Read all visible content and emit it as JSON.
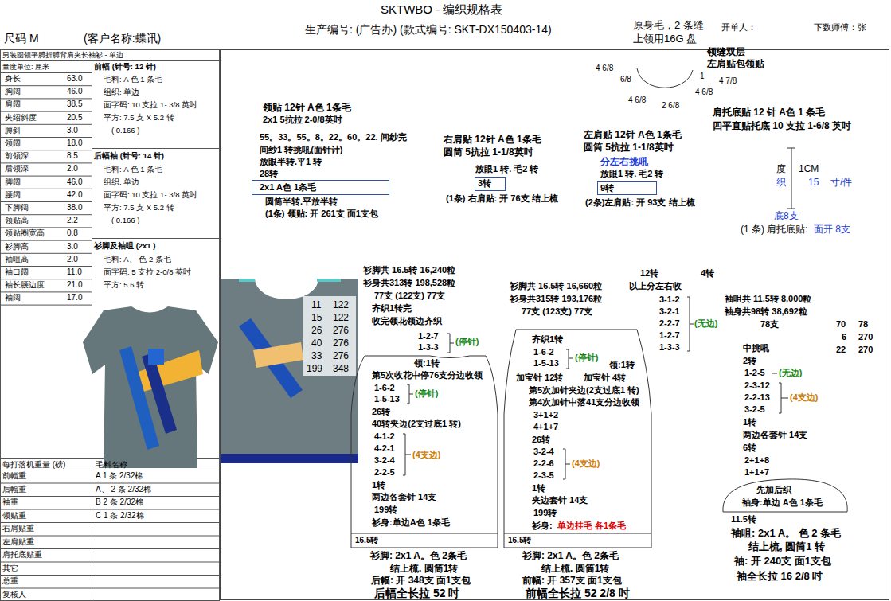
{
  "diagram": {
    "title": "SKTWBO - 编织规格表",
    "labels": [
      "尺码 M",
      "(客户名称:蝶讯)",
      "生产编号: (广告办) (款式编号: SKT-DX150403-14)",
      "原身毛，2 条缝",
      "上领用16G 盘",
      "开单人：",
      "下数师傅：张",
      "男装圆领平膊折膊背肩夹长袖衫 - 单边",
      "量度单位: 厘米",
      "身长",
      "63.0",
      "胸阔",
      "46.0",
      "肩阔",
      "38.5",
      "夹绍斜度",
      "20.5",
      "膊斜",
      "3.0",
      "领阔",
      "18.0",
      "前领深",
      "8.5",
      "后领深",
      "2.0",
      "脚阔",
      "46.0",
      "腰阔",
      "42.0",
      "下脚阔",
      "38.0",
      "领贴高",
      "2.2",
      "领贴圈宽高",
      "0.8",
      "衫脚高",
      "3.0",
      "袖咀高",
      "2.0",
      "袖口阔",
      "11.0",
      "袖长腰边度",
      "21.0",
      "袖阔",
      "17.0",
      "前幅 (针号: 12 针)",
      "毛料: A 色 1 条毛",
      "组织: 单边",
      "面字码: 10 支拉 1- 3/8 英吋",
      "平方: 7.5 支 X 5.2 转",
      "( 0.166 )",
      "后幅袖 (针号: 14 针)",
      "毛料: A 色 1 条毛",
      "组织: 单边",
      "面字码: 10 支拉 1- 3/8 英吋",
      "平方: 7.5 支 X 5.2 转",
      "( 0.166 )",
      "衫脚及袖咀 (2x1 )",
      "毛料: A、 色 2 条毛",
      "面字码: 5 支拉 2-0/8 英吋",
      "平方: 5.6 转",
      "每打落机重量 (磅)",
      "毛料名称",
      "前幅重",
      "A 1 条 2/32棉",
      "后幅重",
      "A、 2 条 2/32棉",
      "袖重",
      "B 2 条 2/32棉",
      "领贴重",
      "C 1 条 2/32棉",
      "右肩贴重",
      "左肩贴重",
      "肩托底贴重",
      "其它",
      "总重",
      "复核人",
      "11",
      "122",
      "15",
      "122",
      "26",
      "276",
      "40",
      "276",
      "33",
      "276",
      "199",
      "348",
      "领缝双层",
      "左肩贴包领贴",
      "4 6/8",
      "6/8",
      "1",
      "4 7/8",
      "4 6/8",
      "4 6/8",
      "2 6/8",
      "领贴 12针 A色 1条毛",
      "2x1  5抗拉 2-0/8英吋",
      "55。33。55。8。22。60。22. 间纱完",
      "间纱1 转挑吼(面针计)",
      "放眼半转.平1 转",
      "28转",
      "2x1  A色 1条毛",
      "圆筒半转.平放半转",
      "(1条) 领贴: 开 261支 面1支包",
      "右肩贴 12针 A色 1条毛",
      "圆筒 5抗拉 1-1/8英吋",
      "放眼1 转. 毛2 转",
      "3转",
      "(1条) 右肩贴: 开 76支 结上梳",
      "左肩贴 12针 A色 1条毛",
      "圆筒 5抗拉 1-1/8英吋",
      "分左右挑吼",
      "放眼1 转. 毛2 转",
      "9转",
      "(2条)左肩贴: 开 93支 结上梳",
      "肩托底贴  12 针 A色 1 条毛",
      "四平直贴托底 10 支拉 1-6/8 英吋",
      "度",
      "1CM",
      "织",
      "15",
      "寸/件",
      "底8支",
      "(1 条) 肩托底贴:",
      "面开 8支",
      "衫脚共 16.5转  16,240粒",
      "衫身共313转  198,528粒",
      "77支 (122支) 77支",
      "齐织1转完",
      "收完领花领边齐织",
      "1-2-7",
      "1-3-3",
      "(停针)",
      "领:1转",
      "第5次收花中停76支分边收领",
      "1-6-2",
      "1-5-13",
      "(停针)",
      "26转",
      "40转夹边(2支过底1 转)",
      "4-1-2",
      "4-2-1",
      "3-2-4",
      "2-2-5",
      "(4支边)",
      "1转",
      "两边各套针 14支",
      "199转",
      "衫身:单边A色 1条毛",
      "16.5转",
      "衫脚: 2x1   A。色 2条毛",
      "结上梳. 圆筒1转",
      "后幅: 开 348支 面1支包",
      "后幅全长拉 52 吋",
      "衫脚共 16.5转  16,660粒",
      "衫身共315转  193,176粒",
      "77支 (123支) 77支",
      "齐织1转",
      "1-6-2",
      "1-5-13",
      "(停针)",
      "加宝针 12转",
      "加宝针 4转",
      "领:1转",
      "第5次加针夹边(2支过底1 转)",
      "第4次加针中落41支分边收领",
      "3+1+2",
      "4+1+7",
      "26转",
      "3-2-4",
      "2-2-6",
      "2-3-5",
      "(4支边)",
      "1转",
      "夹边套针 14支",
      "199转",
      "衫身:",
      "单边挂毛 各1条毛",
      "16.5转",
      "衫脚: 2x1   A。色 2条毛",
      "结上梳. 圆筒1转",
      "前幅: 开 357支 面1支包",
      "前幅全长拉 52 2/8 吋",
      "12转",
      "4转",
      "以上分左右收",
      "3-1-2",
      "3-2-1",
      "2-2-7",
      "(无边)",
      "1-2-7",
      "1-3-3",
      "袖咀共 11.5转 8,000粒",
      "袖身共98转 38,692粒",
      "78支",
      "70",
      "78",
      "6",
      "270",
      "22",
      "270",
      "中挑吼",
      "2转",
      "1-2-5",
      "(无边)",
      "2-3-12",
      "2-2-13",
      "(4支边)",
      "3-2-5",
      "1转",
      "两边各套针 14支",
      "6转",
      "2+1+8",
      "1+1+7",
      "先加后织",
      "袖身:单边 A色 1条毛",
      "11.5转",
      "袖咀: 2x1  A。 色 2 条毛",
      "结上梳, 圆筒1 转",
      "袖: 开 240支 面1支包",
      "袖全长拉 16 2/8 吋"
    ]
  }
}
